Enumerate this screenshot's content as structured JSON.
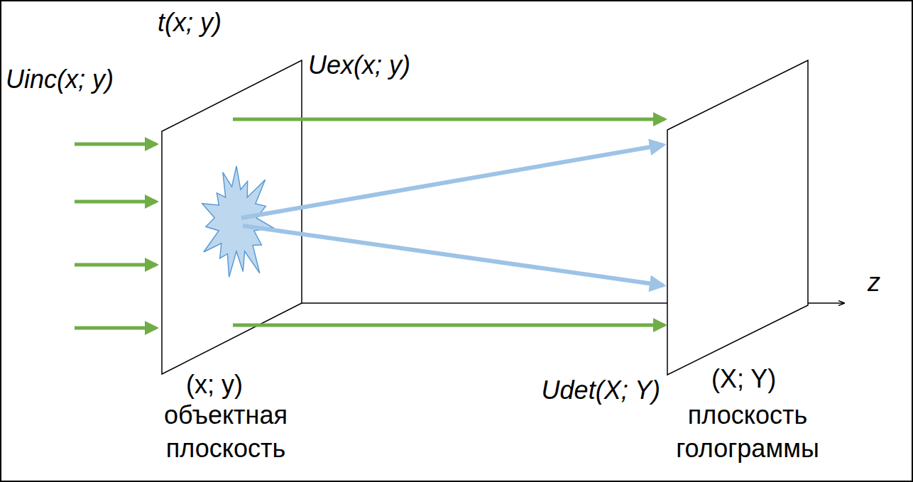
{
  "diagram": {
    "labels": [
      "t(x; y)",
      "Uinc(x; y)",
      "Uex(x; y)",
      "z",
      "(x; y)",
      "объектная плоскость",
      "Udet(X; Y)",
      "(X; Y)",
      "плоскость голограммы"
    ]
  }
}
